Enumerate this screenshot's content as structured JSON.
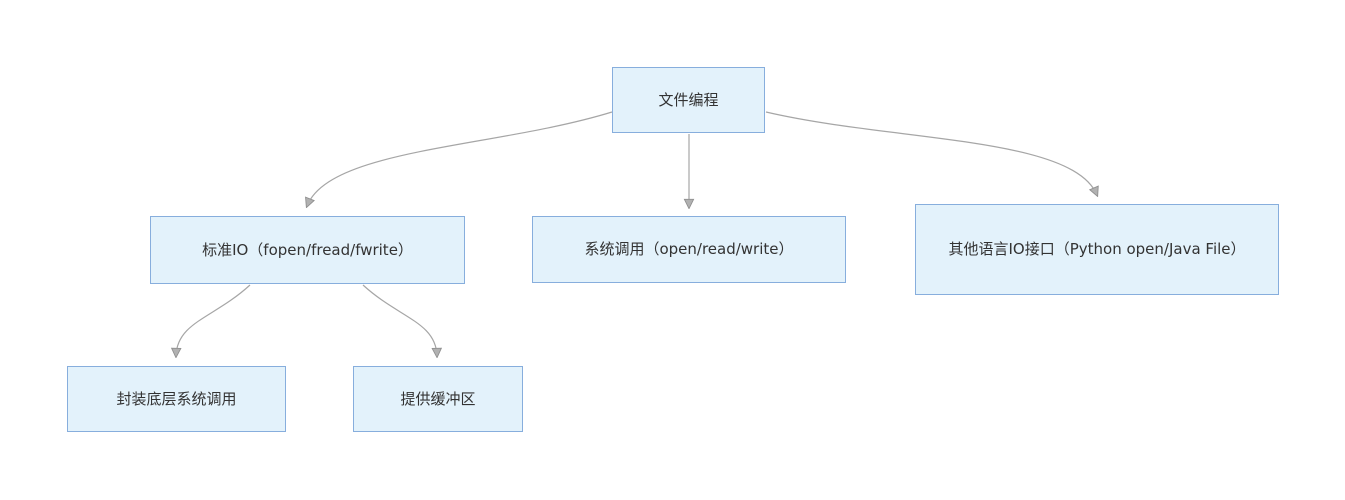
{
  "diagram": {
    "background_color": "#ffffff",
    "node_fill_color": "#e3f2fb",
    "node_border_color": "#87aedd",
    "edge_color": "#a6a6a6",
    "arrowhead_color": "#b1b1b1",
    "text_color": "#333333",
    "nodes": [
      {
        "id": "root",
        "label": "文件编程"
      },
      {
        "id": "std-io",
        "label": "标准IO（fopen/fread/fwrite）"
      },
      {
        "id": "syscall",
        "label": "系统调用（open/read/write）"
      },
      {
        "id": "other-lang",
        "label": "其他语言IO接口（Python open/Java File）"
      },
      {
        "id": "wrap-syscall",
        "label": "封装底层系统调用"
      },
      {
        "id": "buffer",
        "label": "提供缓冲区"
      }
    ],
    "edges": [
      {
        "from": "root",
        "to": "std-io"
      },
      {
        "from": "root",
        "to": "syscall"
      },
      {
        "from": "root",
        "to": "other-lang"
      },
      {
        "from": "std-io",
        "to": "wrap-syscall"
      },
      {
        "from": "std-io",
        "to": "buffer"
      }
    ]
  }
}
